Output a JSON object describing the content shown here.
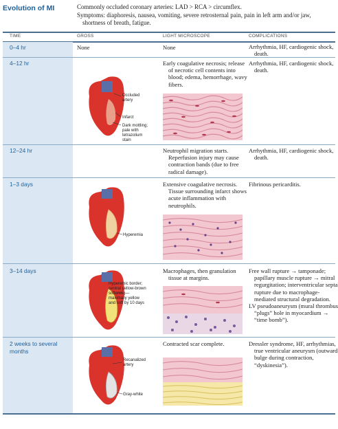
{
  "title": "Evolution of MI",
  "intro": {
    "line1": "Commonly occluded coronary arteries: LAD > RCA > circumflex.",
    "line2": "Symptoms: diaphoresis, nausea, vomiting, severe retrosternal pain, pain in left arm and/or jaw,",
    "line3": "shortness of breath, fatigue."
  },
  "headers": {
    "time": "TIME",
    "gross": "GROSS",
    "light": "LIGHT MICROSCOPE",
    "complications": "COMPLICATIONS"
  },
  "rows": [
    {
      "time": "0–4 hr",
      "gross": "None",
      "light": "None",
      "complications": "Arrhythmia, HF, cardiogenic shock, death."
    },
    {
      "time": "4–12 hr",
      "light": "Early coagulative necrosis; release of necrotic cell contents into blood; edema, hemorrhage, wavy fibers.",
      "complications": "Arrhythmia, HF, cardiogenic shock, death."
    },
    {
      "time": "12–24 hr",
      "light": "Neutrophil migration starts. Reperfusion injury may cause contraction bands (due to free radical damage).",
      "complications": "Arrhythmia, HF, cardiogenic shock, death."
    },
    {
      "time": "1–3 days",
      "light": "Extensive coagulative necrosis. Tissue surrounding infarct shows acute inflammation with neutrophils.",
      "complications": "Fibrinous pericarditis."
    },
    {
      "time": "3–14 days",
      "light": "Macrophages, then granulation tissue at margins.",
      "complications": "Free wall rupture → tamponade; papillary muscle rupture → mitral regurgitation; interventricular septal rupture due to macrophage-mediated structural degradation.",
      "complications2": "LV pseudoaneurysm (mural thrombus “plugs” hole in myocardium → “time bomb”)."
    },
    {
      "time": "2 weeks to several months",
      "light": "Contracted scar complete.",
      "complications": "Dressler syndrome, HF, arrhythmias, true ventricular aneurysm (outward bulge during contraction, “dyskinesia”)."
    }
  ],
  "heart_labels": {
    "occluded_artery": [
      "Occluded",
      "artery"
    ],
    "infarct": "Infarct",
    "dark_mottling": [
      "Dark mottling;",
      "pale with",
      "tetrazolium",
      "stain"
    ],
    "hyperemia": "Hyperemia",
    "hyperemic_border": [
      "Hyperemic border;",
      "central yellow-brown",
      "softening—",
      "maximally yellow",
      "and soft by 10 days"
    ],
    "recanalized_artery": [
      "Recanalized",
      "artery"
    ],
    "gray_white": "Gray-white"
  }
}
